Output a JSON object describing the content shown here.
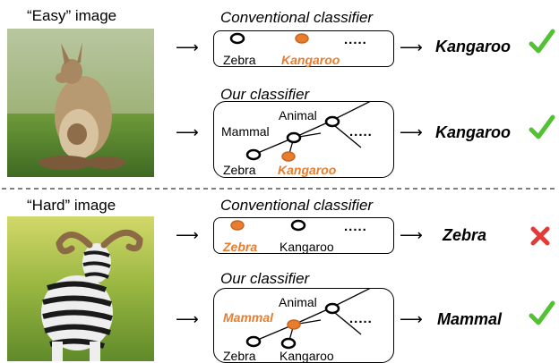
{
  "colors": {
    "highlight": "#e77d2e",
    "check": "#52c234",
    "cross": "#e53935"
  },
  "easy": {
    "caption": "“Easy” image",
    "conventional": {
      "heading": "Conventional classifier",
      "label_a": "Zebra",
      "label_b": "Kangaroo",
      "dots": "....."
    },
    "conventional_result": "Kangaroo",
    "ours": {
      "heading": "Our classifier",
      "animal": "Animal",
      "mammal": "Mammal",
      "zebra": "Zebra",
      "kangaroo": "Kangaroo",
      "dots": "....."
    },
    "ours_result": "Kangaroo"
  },
  "hard": {
    "caption": "“Hard” image",
    "conventional": {
      "heading": "Conventional classifier",
      "label_a": "Zebra",
      "label_b": "Kangaroo",
      "dots": "....."
    },
    "conventional_result": "Zebra",
    "ours": {
      "heading": "Our classifier",
      "animal": "Animal",
      "mammal": "Mammal",
      "zebra": "Zebra",
      "kangaroo": "Kangaroo",
      "dots": "....."
    },
    "ours_result": "Mammal"
  },
  "arrow": "⟶"
}
